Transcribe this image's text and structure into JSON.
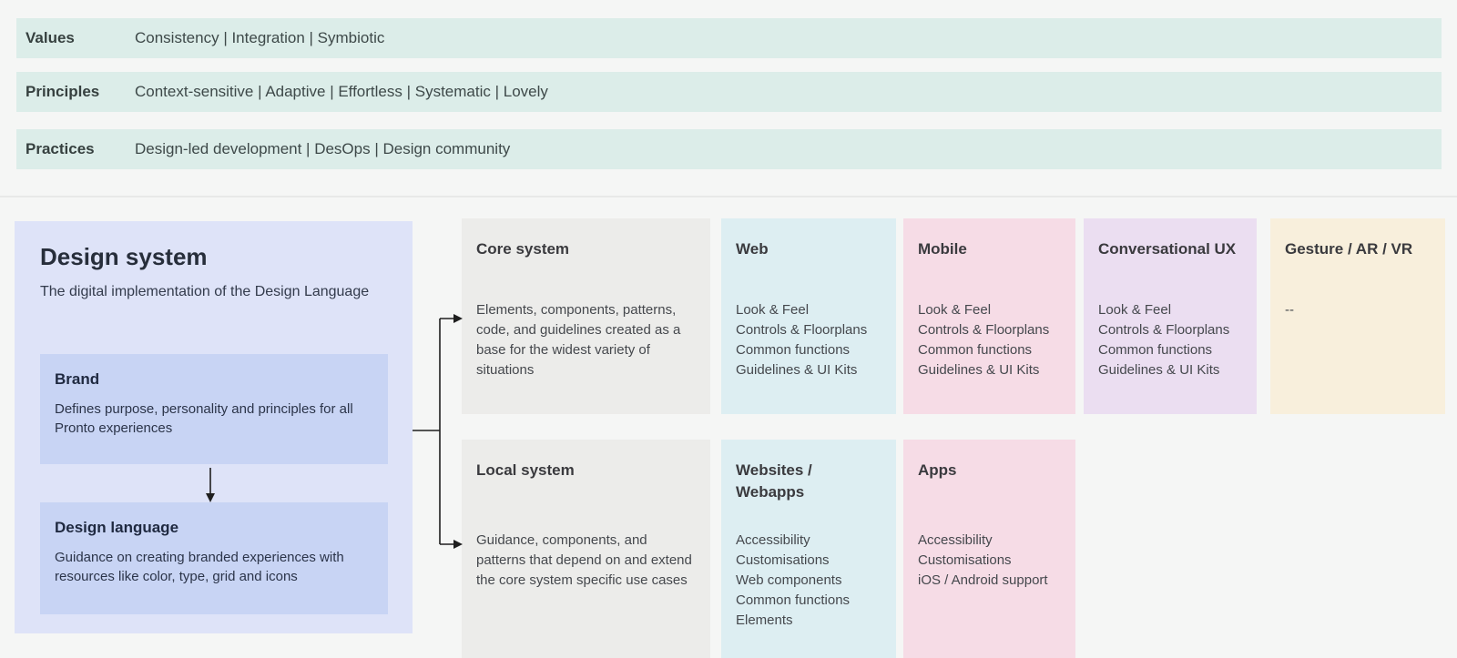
{
  "page": {
    "background": "#f5f6f5",
    "divider_color": "#e8e9e8",
    "bar_background": "#dcede9"
  },
  "summary_bars": [
    {
      "label": "Values",
      "value": "Consistency | Integration | Symbiotic"
    },
    {
      "label": "Principles",
      "value": "Context-sensitive | Adaptive | Effortless | Systematic | Lovely"
    },
    {
      "label": "Practices",
      "value": "Design-led development | DesOps | Design community"
    }
  ],
  "panel": {
    "title": "Design system",
    "subtitle": "The digital implementation of the Design Language",
    "bg": "#dee3f8",
    "brand": {
      "title": "Brand",
      "body": "Defines purpose, personality and principles for all Pronto experiences",
      "bg": "#c8d4f4"
    },
    "design_language": {
      "title": "Design language",
      "body": "Guidance on creating branded experiences with resources like color, type, grid and icons",
      "bg": "#c8d4f4"
    }
  },
  "rows": [
    {
      "boxes": [
        {
          "title": "Core system",
          "body": "Elements, components, patterns, code, and guidelines created as a base for the widest variety of situations",
          "bg": "#ececea"
        },
        {
          "title": "Web",
          "items": [
            "Look & Feel",
            "Controls & Floorplans",
            "Common functions",
            "Guidelines & UI Kits"
          ],
          "bg": "#ddeef2"
        },
        {
          "title": "Mobile",
          "items": [
            "Look & Feel",
            "Controls & Floorplans",
            "Common functions",
            "Guidelines & UI Kits"
          ],
          "bg": "#f6dce6"
        },
        {
          "title": "Conversational UX",
          "items": [
            "Look & Feel",
            "Controls & Floorplans",
            "Common functions",
            "Guidelines & UI Kits"
          ],
          "bg": "#ebdef1"
        },
        {
          "title": "Gesture / AR / VR",
          "items": [
            "--"
          ],
          "bg": "#f8efdc"
        }
      ]
    },
    {
      "boxes": [
        {
          "title": "Local system",
          "body": "Guidance, components, and patterns that depend on and extend the core system specific use cases",
          "bg": "#ececea"
        },
        {
          "title": "Websites / Webapps",
          "items": [
            "Accessibility",
            "Customisations",
            "Web components",
            "Common functions",
            "Elements"
          ],
          "bg": "#ddeef2"
        },
        {
          "title": "Apps",
          "items": [
            "Accessibility",
            "Customisations",
            "iOS / Android support"
          ],
          "bg": "#f6dce6"
        }
      ]
    }
  ]
}
